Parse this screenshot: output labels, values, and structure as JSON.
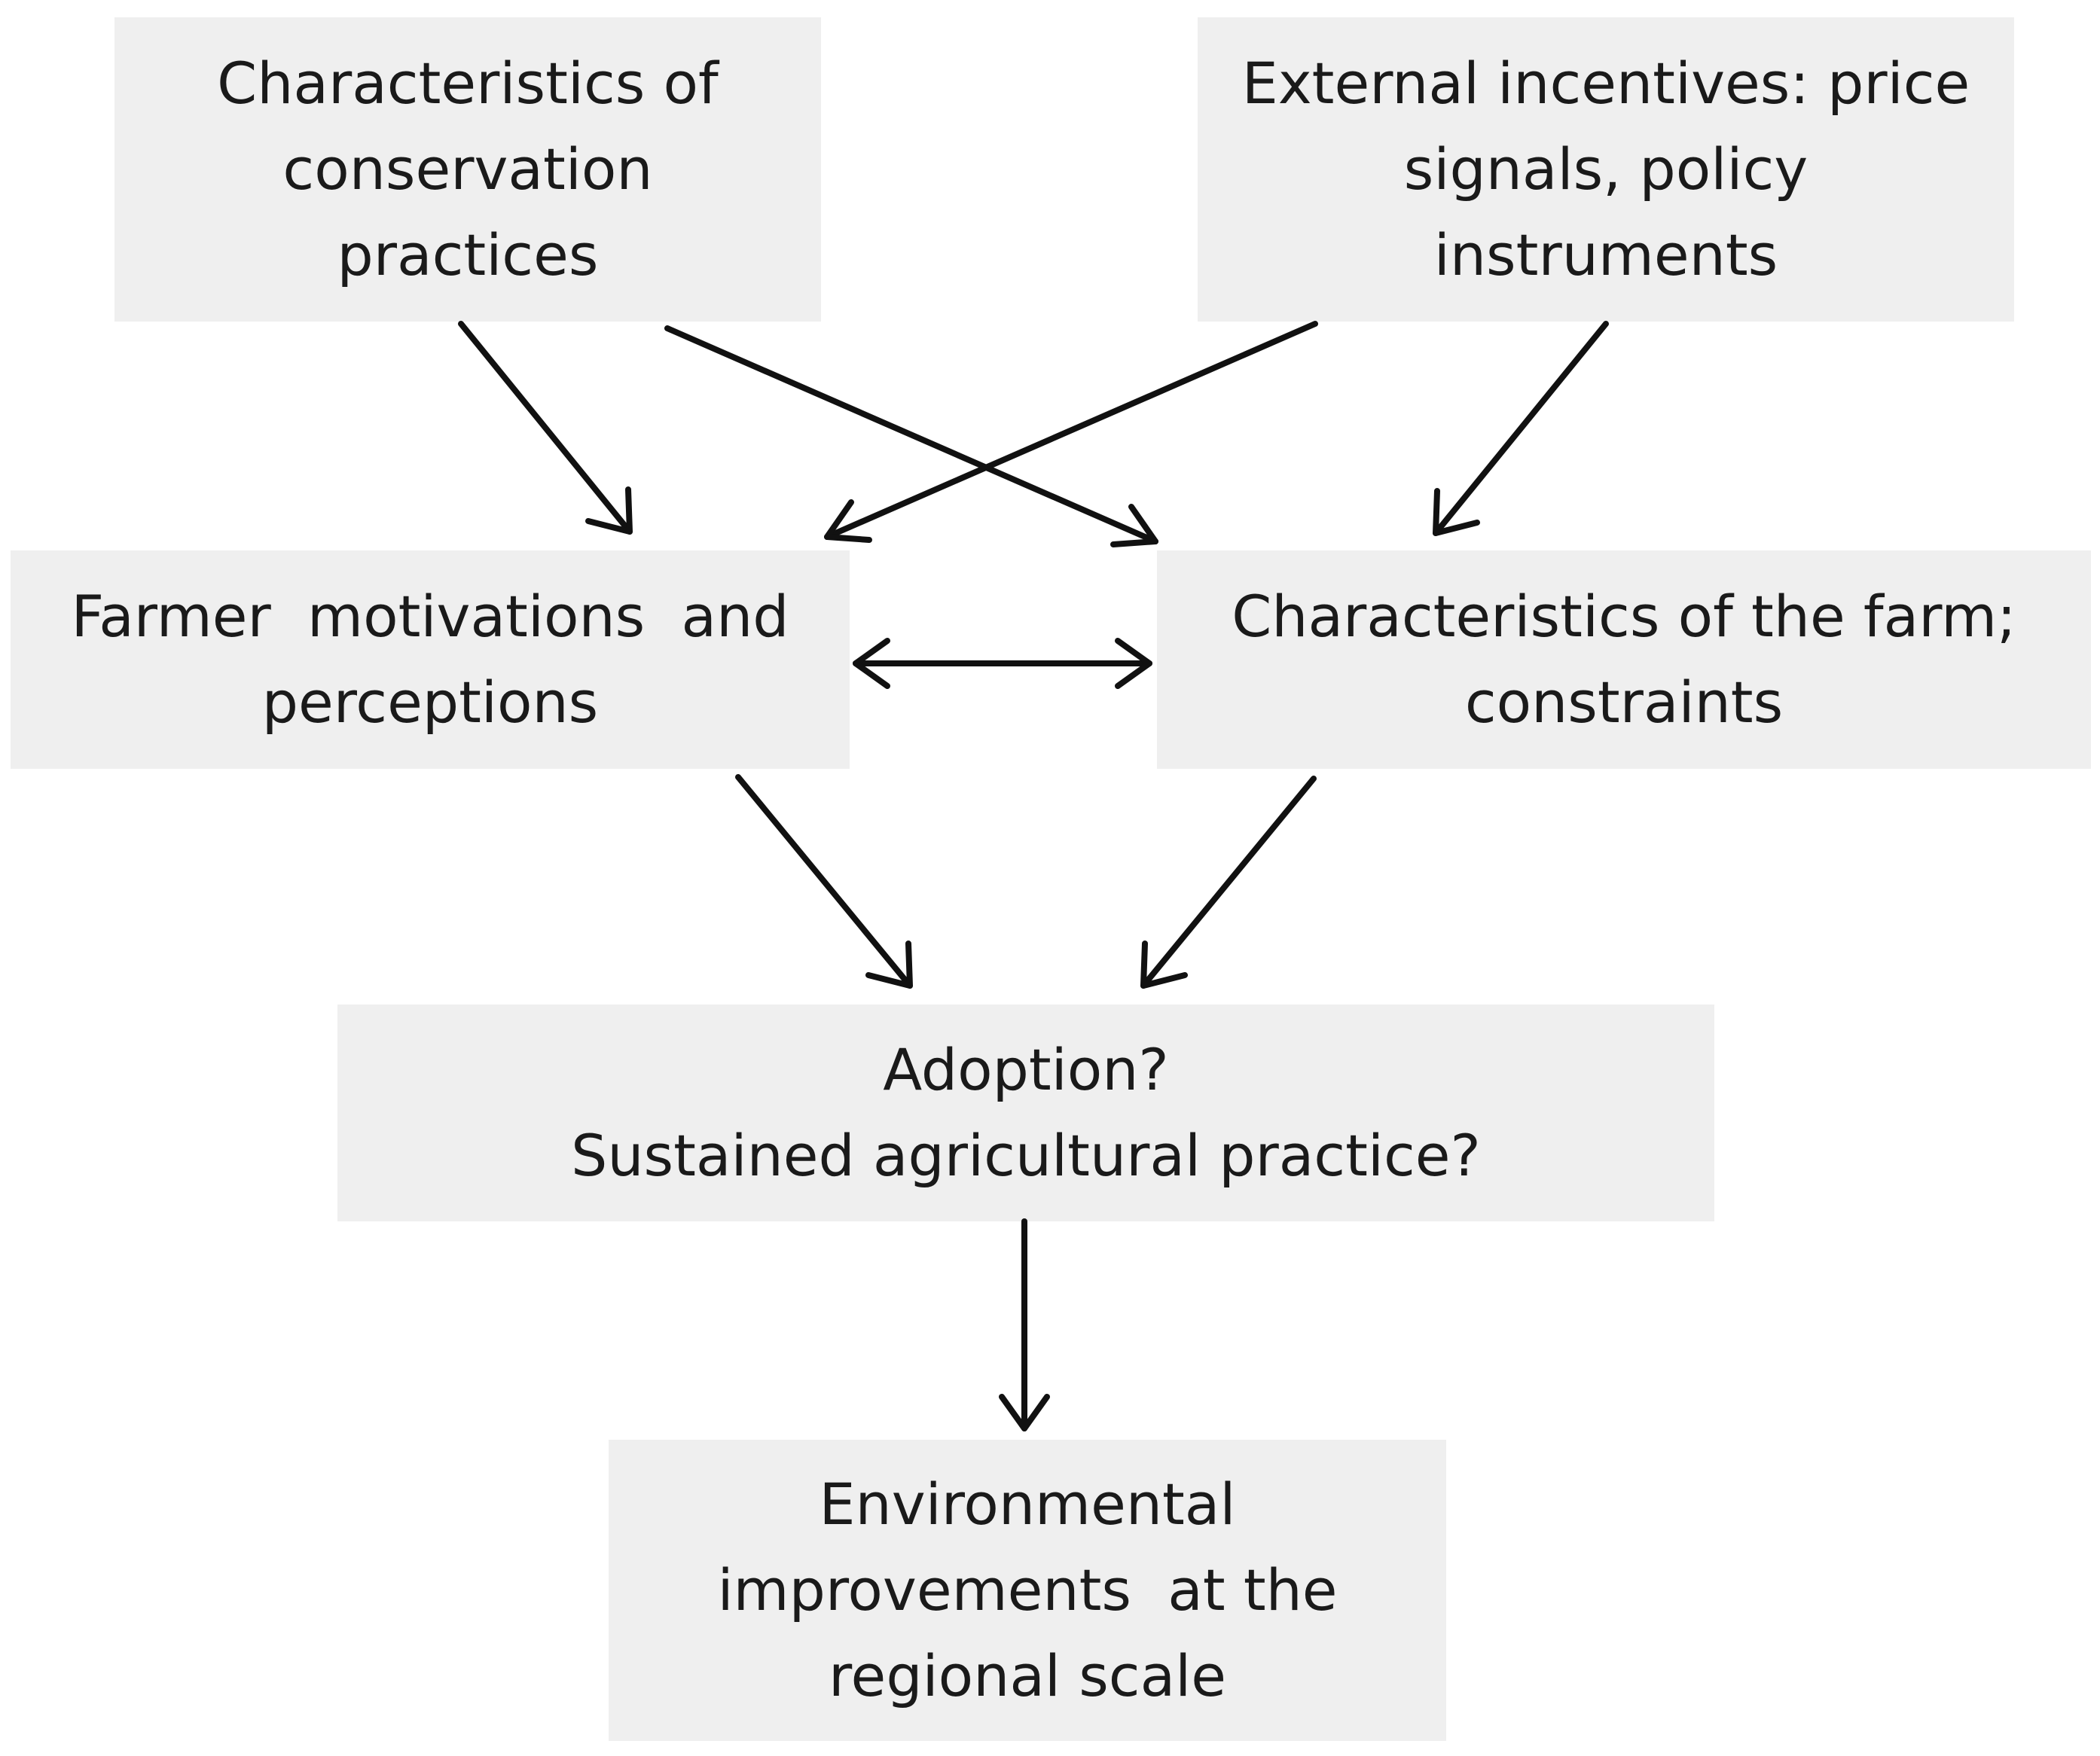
{
  "nodes": {
    "conservation": {
      "lines": [
        "Characteristics of",
        "conservation",
        "practices"
      ]
    },
    "incentives": {
      "lines": [
        "External incentives: price",
        "signals, policy",
        "instruments"
      ]
    },
    "motivations": {
      "lines": [
        "Farmer  motivations  and",
        "perceptions"
      ]
    },
    "farm": {
      "lines": [
        "Characteristics of the farm;",
        "constraints"
      ]
    },
    "adoption": {
      "lines": [
        "Adoption?",
        "Sustained agricultural practice?"
      ]
    },
    "environment": {
      "lines": [
        "Environmental",
        "improvements  at the",
        "regional scale"
      ]
    }
  },
  "edges": [
    {
      "from": "conservation",
      "to": "motivations"
    },
    {
      "from": "conservation",
      "to": "farm"
    },
    {
      "from": "incentives",
      "to": "motivations"
    },
    {
      "from": "incentives",
      "to": "farm"
    },
    {
      "from": "motivations",
      "to": "farm",
      "bidirectional": true
    },
    {
      "from": "motivations",
      "to": "adoption"
    },
    {
      "from": "farm",
      "to": "adoption"
    },
    {
      "from": "adoption",
      "to": "environment"
    }
  ]
}
